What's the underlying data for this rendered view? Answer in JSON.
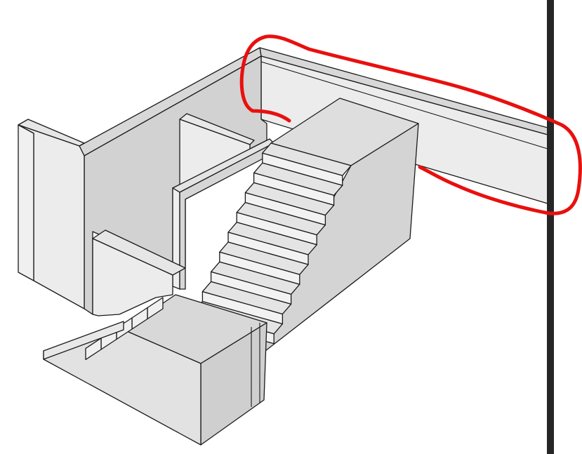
{
  "colors": {
    "background": "#ffffff",
    "face_light": "#eeeeee",
    "face_mid": "#dcdcdc",
    "face_dark": "#cfcfcf",
    "face_top": "#e6e6e6",
    "edge": "#1a1a1a",
    "annotation_red": "#e8100e",
    "viewport_border": "#262626"
  },
  "scene": {
    "subject": "stair-model",
    "main_flight_steps": 9,
    "lower_flight_steps": 5
  },
  "annotation": {
    "type": "freehand-loop",
    "target": "upper-back-wall-ledge"
  }
}
